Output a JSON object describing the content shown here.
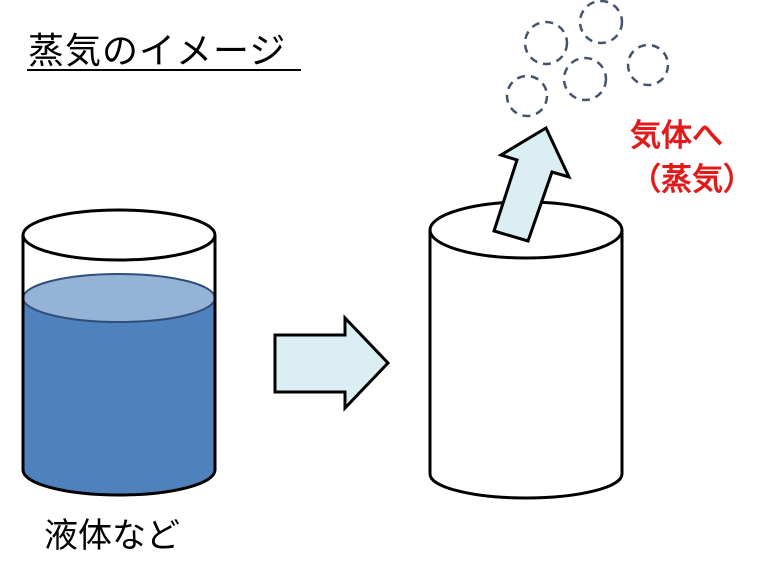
{
  "title": "蒸気のイメージ",
  "labels": {
    "liquid": "液体など",
    "gas_line1": "気体へ",
    "gas_line2": "（蒸気）"
  },
  "colors": {
    "liquid_fill": "#4f81bd",
    "liquid_surface": "#95b3d7",
    "arrow_fill": "#dbeef4",
    "bubble_stroke": "#44546a",
    "gas_label": "#e21a1a",
    "outline": "#000000"
  },
  "diagram": {
    "left_container": "cylinder filled with liquid",
    "transition_arrow": "right arrow",
    "right_container": "empty cylinder",
    "rising_arrow": "arrow pointing up out of right cylinder",
    "bubbles": 5
  }
}
